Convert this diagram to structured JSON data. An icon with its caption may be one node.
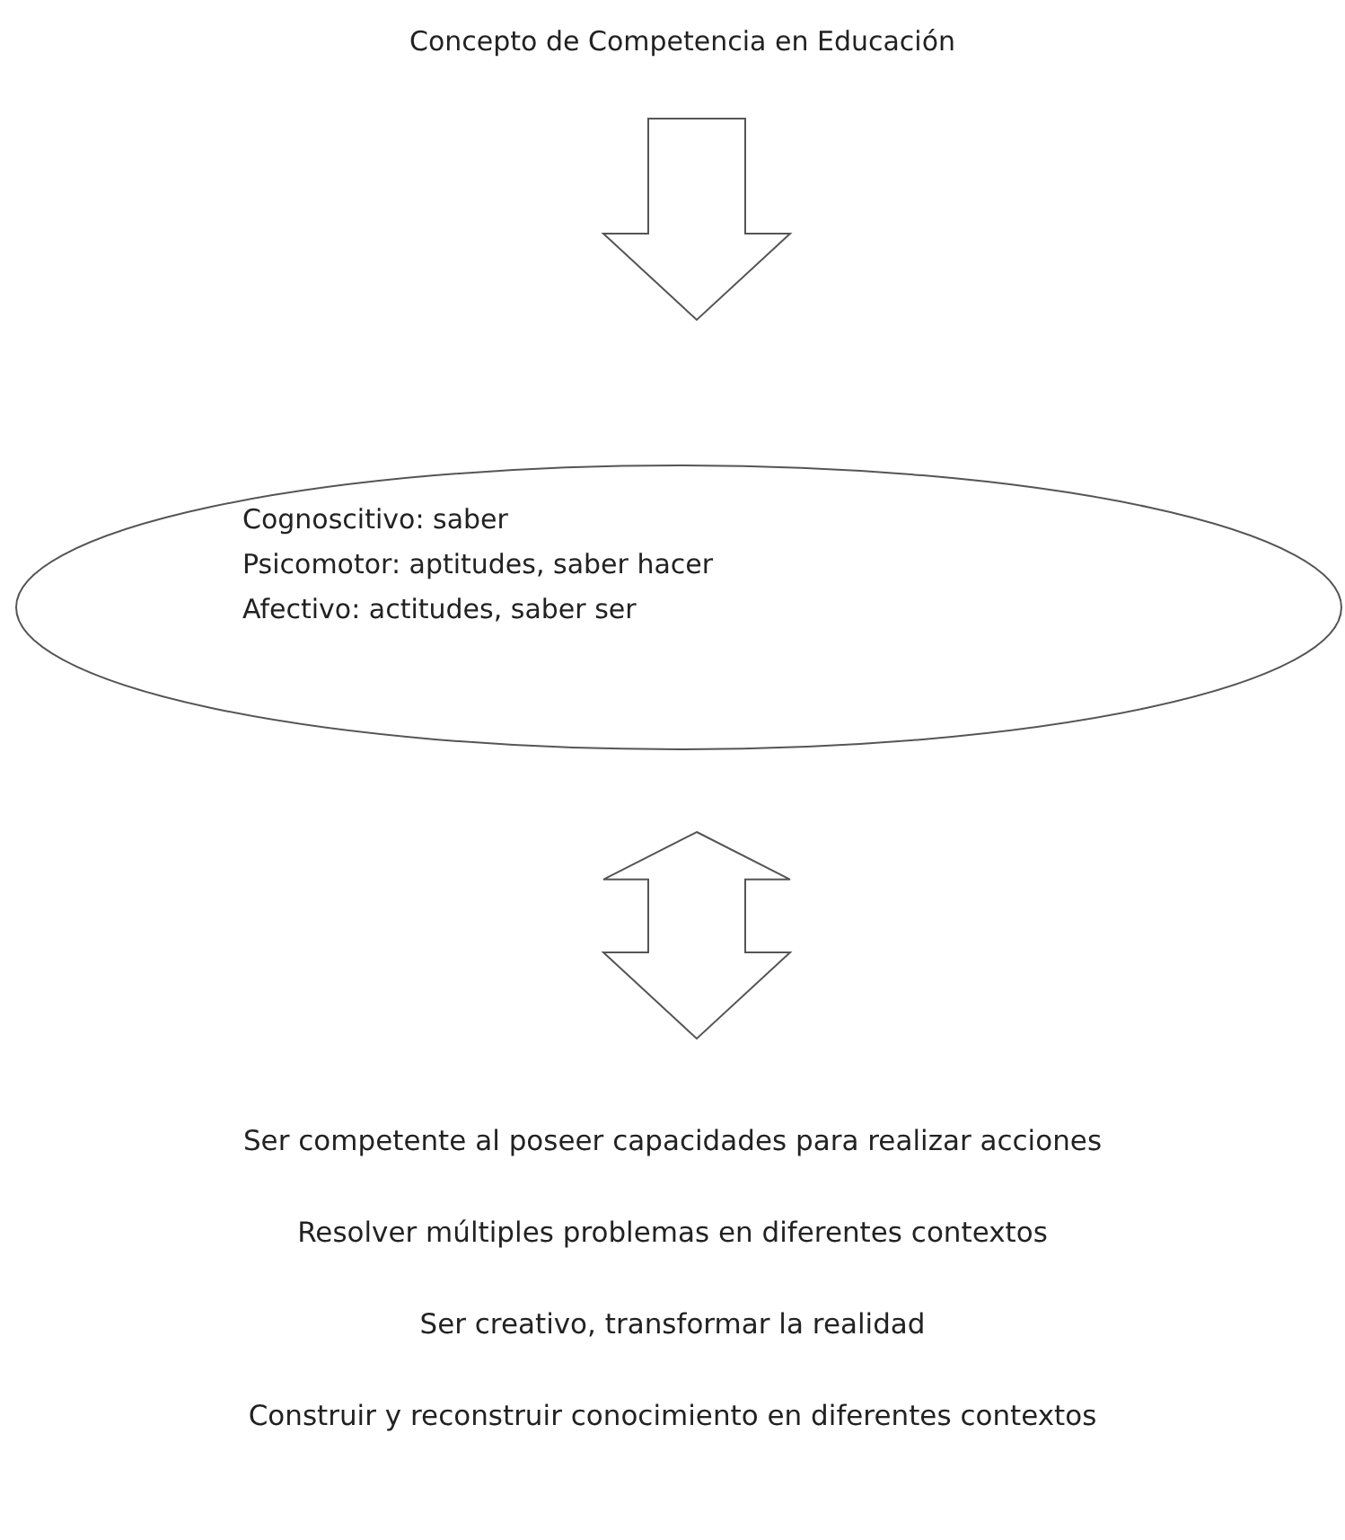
{
  "diagram": {
    "nodes": [
      {
        "text": [
          "Concepto de Competencia en Educación"
        ]
      },
      {
        "text": [
          "Cognoscitivo: saber",
          "Psicomotor: aptitudes, saber hacer",
          "Afectivo: actitudes, saber ser"
        ]
      },
      {
        "text": [
          "Ser competente al poseer capacidades para realizar acciones",
          "Resolver múltiples problemas en diferentes contextos",
          "Ser creativo, transformar la realidad",
          "Construir y reconstruir conocimiento en diferentes contextos"
        ]
      }
    ],
    "edges": [
      {
        "from": 0,
        "to": 1,
        "arrow": "to"
      },
      {
        "from": 1,
        "to": 2,
        "arrow": "both"
      }
    ]
  }
}
